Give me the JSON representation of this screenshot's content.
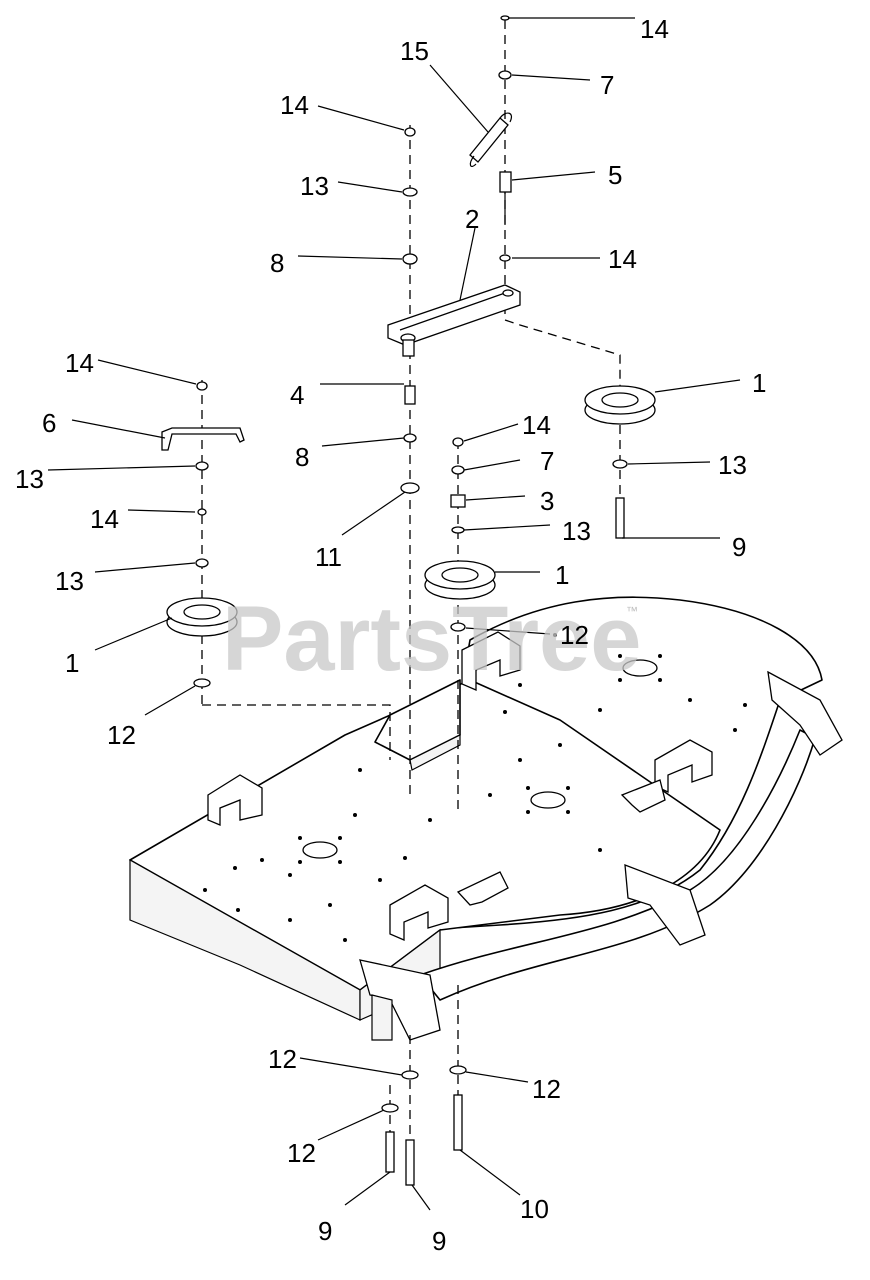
{
  "diagram": {
    "watermark": "PartsTree",
    "watermark_tm": "™",
    "callouts": [
      "14",
      "7",
      "15",
      "14",
      "5",
      "13",
      "2",
      "8",
      "14",
      "14",
      "1",
      "4",
      "6",
      "8",
      "14",
      "13",
      "7",
      "13",
      "3",
      "14",
      "13",
      "11",
      "13",
      "9",
      "1",
      "13",
      "1",
      "12",
      "12",
      "12",
      "12",
      "12",
      "9",
      "9",
      "10"
    ]
  }
}
